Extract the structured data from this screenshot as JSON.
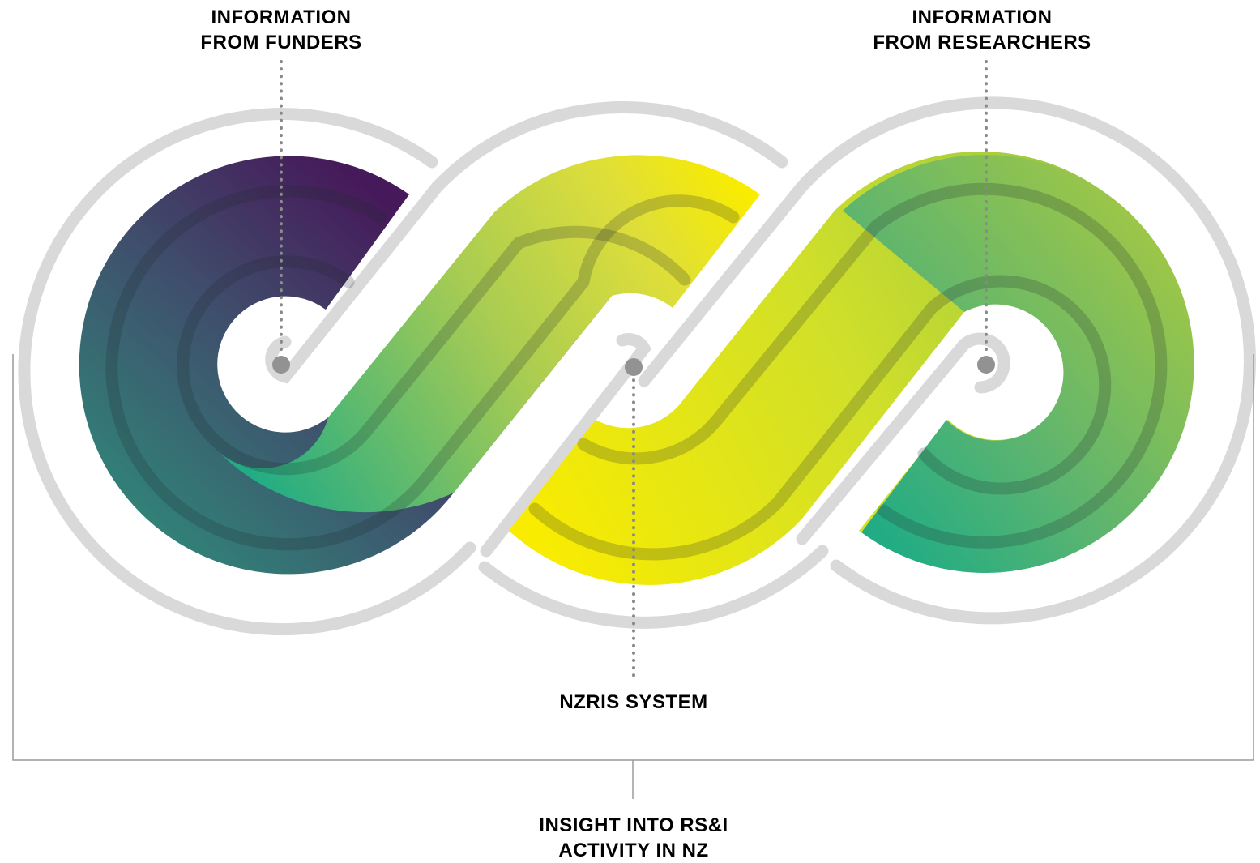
{
  "labels": {
    "funders": {
      "line1": "INFORMATION",
      "line2": "FROM FUNDERS"
    },
    "researchers": {
      "line1": "INFORMATION",
      "line2": "FROM RESEARCHERS"
    },
    "system": {
      "line1": "NZRIS SYSTEM"
    },
    "insight": {
      "line1": "INSIGHT INTO RS&I",
      "line2": "ACTIVITY IN NZ"
    }
  },
  "colors": {
    "purple": "#461a5a",
    "slate": "#3d5570",
    "teal": "#22ac84",
    "green": "#86c24a",
    "lime": "#c5db2e",
    "yellow": "#f9ec00",
    "ring": "#d9d9d9",
    "node": "#929292",
    "bracket": "#9a9a9a"
  }
}
